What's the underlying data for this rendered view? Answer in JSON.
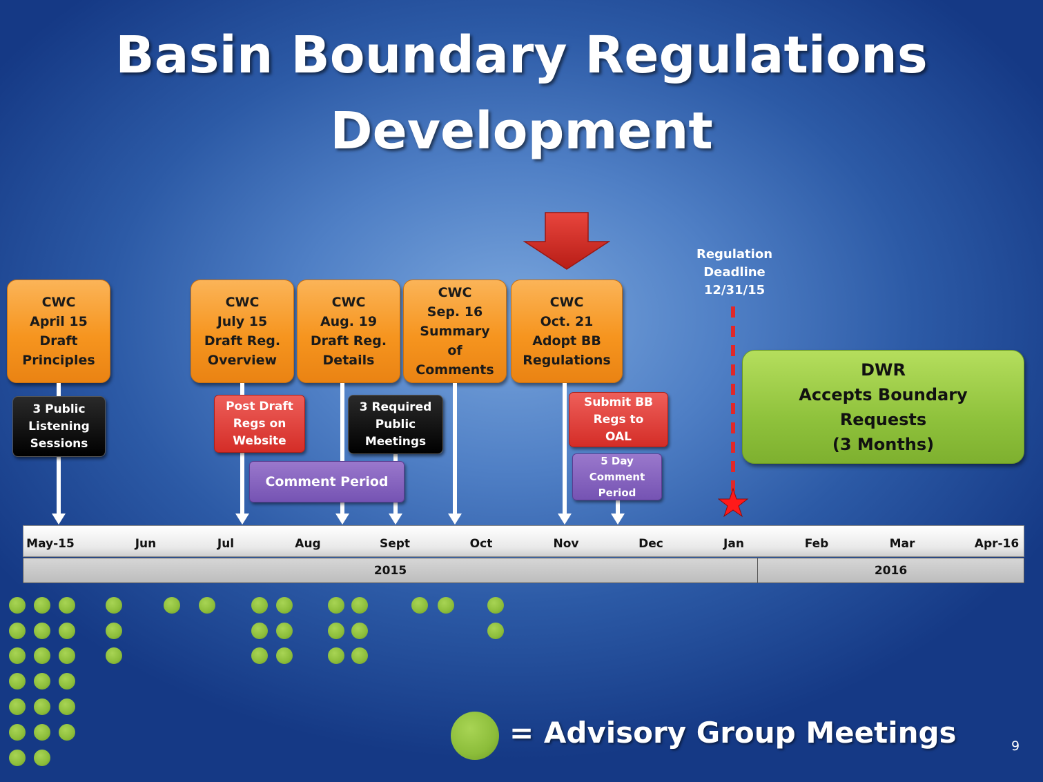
{
  "title": {
    "line1": "Basin Boundary Regulations",
    "line2": "Development"
  },
  "milestones": [
    {
      "id": "cwc-april",
      "label": "CWC\nApril 15\nDraft\nPrinciples"
    },
    {
      "id": "cwc-july",
      "label": "CWC\nJuly 15\nDraft Reg.\nOverview"
    },
    {
      "id": "cwc-aug",
      "label": "CWC\nAug. 19\nDraft Reg.\nDetails"
    },
    {
      "id": "cwc-sep",
      "label": "CWC\nSep. 16\nSummary\nof\nComments"
    },
    {
      "id": "cwc-oct",
      "label": "CWC\nOct. 21\nAdopt BB\nRegulations"
    }
  ],
  "events": {
    "listening": "3 Public\nListening\nSessions",
    "post_draft": "Post Draft\nRegs on\nWebsite",
    "required_meetings": "3 Required\nPublic\nMeetings",
    "submit_oal": "Submit BB\nRegs to\nOAL",
    "comment_period": "Comment Period",
    "five_day": "5 Day\nComment\nPeriod"
  },
  "deadline": {
    "label": "Regulation\nDeadline\n12/31/15"
  },
  "dwr": {
    "label": "DWR\nAccepts Boundary\nRequests\n(3 Months)"
  },
  "axis": {
    "months": [
      "May-15",
      "Jun",
      "Jul",
      "Aug",
      "Sept",
      "Oct",
      "Nov",
      "Dec",
      "Jan",
      "Feb",
      "Mar",
      "Apr-16"
    ],
    "years": [
      "2015",
      "2016"
    ]
  },
  "advisory_meetings": {
    "legend": "= Advisory Group Meetings",
    "columns": [
      7,
      7,
      6,
      3,
      1,
      1,
      3,
      3,
      3,
      3,
      1,
      1,
      2
    ]
  },
  "page_number": "9",
  "colors": {
    "orange": "#f6951f",
    "green": "#8fc23c",
    "purple": "#7553b3",
    "red": "#d42d27",
    "deadline": "#e0282a",
    "star": "#ff1a1a"
  }
}
